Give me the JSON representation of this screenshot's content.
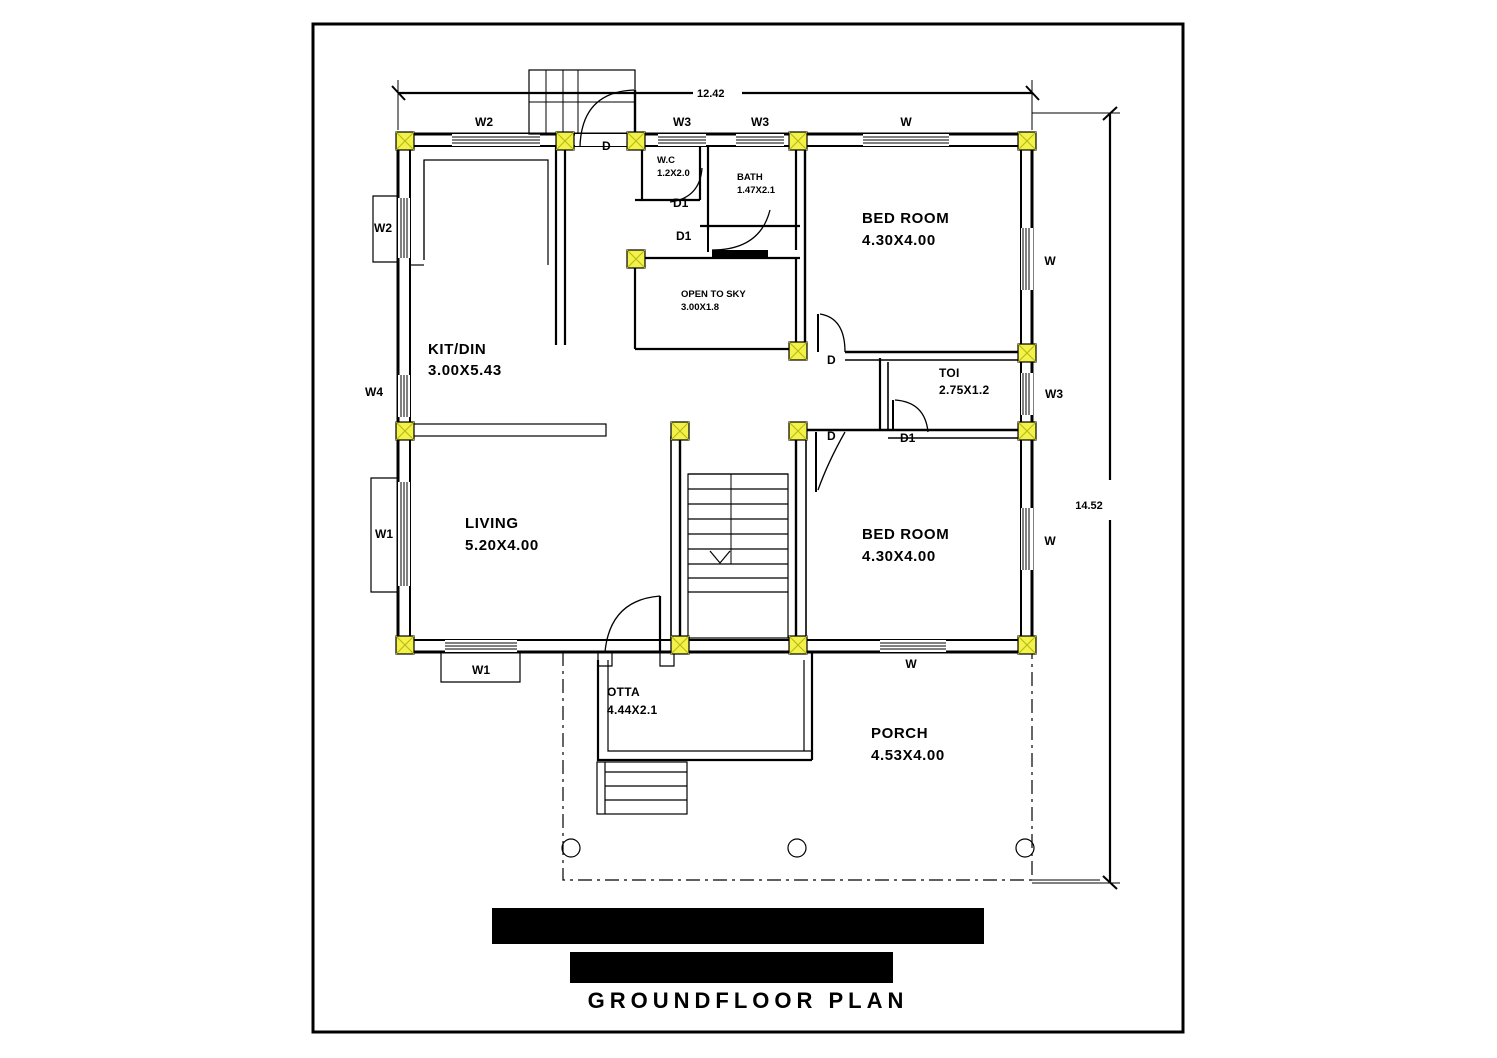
{
  "sheet": {
    "title": "GROUNDFLOOR PLAN",
    "border_color": "#000000",
    "column_color": "#f2f24a",
    "background": "#ffffff",
    "redacted_bars": 2
  },
  "dimensions": {
    "overall_width": "12.42",
    "overall_height": "14.52"
  },
  "rooms": [
    {
      "key": "kit_din",
      "name": "KIT/DIN",
      "size": "3.00X5.43"
    },
    {
      "key": "living",
      "name": "LIVING",
      "size": "5.20X4.00"
    },
    {
      "key": "wc",
      "name": "W.C",
      "size": "1.2X2.0"
    },
    {
      "key": "bath",
      "name": "BATH",
      "size": "1.47X2.1"
    },
    {
      "key": "open_to_sky",
      "name": "OPEN TO SKY",
      "size": "3.00X1.8"
    },
    {
      "key": "bedroom1",
      "name": "BED ROOM",
      "size": "4.30X4.00"
    },
    {
      "key": "bedroom2",
      "name": "BED ROOM",
      "size": "4.30X4.00"
    },
    {
      "key": "toi",
      "name": "TOI",
      "size": "2.75X1.2"
    },
    {
      "key": "otta",
      "name": "OTTA",
      "size": "4.44X2.1"
    },
    {
      "key": "porch",
      "name": "PORCH",
      "size": "4.53X4.00"
    }
  ],
  "labels": {
    "kit_din_name": "KIT/DIN",
    "kit_din_size": "3.00X5.43",
    "living_name": "LIVING",
    "living_size": "5.20X4.00",
    "wc_name": "W.C",
    "wc_size": "1.2X2.0",
    "bath_name": "BATH",
    "bath_size": "1.47X2.1",
    "ots_name": "OPEN TO SKY",
    "ots_size": "3.00X1.8",
    "bed1_name": "BED ROOM",
    "bed1_size": "4.30X4.00",
    "bed2_name": "BED ROOM",
    "bed2_size": "4.30X4.00",
    "toi_name": "TOI",
    "toi_size": "2.75X1.2",
    "otta_name": "OTTA",
    "otta_size": "4.44X2.1",
    "porch_name": "PORCH",
    "porch_size": "4.53X4.00"
  },
  "window_tags": {
    "top_w2": "W2",
    "top_w3_a": "W3",
    "top_w3_b": "W3",
    "top_w": "W",
    "left_w2": "W2",
    "left_w4": "W4",
    "left_w1": "W1",
    "bottom_w1": "W1",
    "bottom_w": "W",
    "right_w_top": "W",
    "right_w3": "W3",
    "right_w_bottom": "W"
  },
  "door_tags": {
    "main_d": "D",
    "wc_d1": "D1",
    "bath_d1": "D1",
    "bed1_d": "D",
    "bed2_d": "D",
    "toi_d1": "D1"
  },
  "chart_data": {
    "type": "table",
    "title": "GROUNDFLOOR PLAN",
    "plan_units": "metres",
    "overall": {
      "width": 12.42,
      "height": 14.52
    },
    "spaces": [
      {
        "name": "KIT/DIN",
        "w": 3.0,
        "h": 5.43
      },
      {
        "name": "LIVING",
        "w": 5.2,
        "h": 4.0
      },
      {
        "name": "W.C",
        "w": 1.2,
        "h": 2.0
      },
      {
        "name": "BATH",
        "w": 1.47,
        "h": 2.1
      },
      {
        "name": "OPEN TO SKY",
        "w": 3.0,
        "h": 1.8
      },
      {
        "name": "BED ROOM",
        "w": 4.3,
        "h": 4.0
      },
      {
        "name": "BED ROOM",
        "w": 4.3,
        "h": 4.0
      },
      {
        "name": "TOI",
        "w": 2.75,
        "h": 1.2
      },
      {
        "name": "OTTA",
        "w": 4.44,
        "h": 2.1
      },
      {
        "name": "PORCH",
        "w": 4.53,
        "h": 4.0
      }
    ],
    "window_types": [
      "W",
      "W1",
      "W2",
      "W3",
      "W4"
    ],
    "door_types": [
      "D",
      "D1"
    ]
  }
}
